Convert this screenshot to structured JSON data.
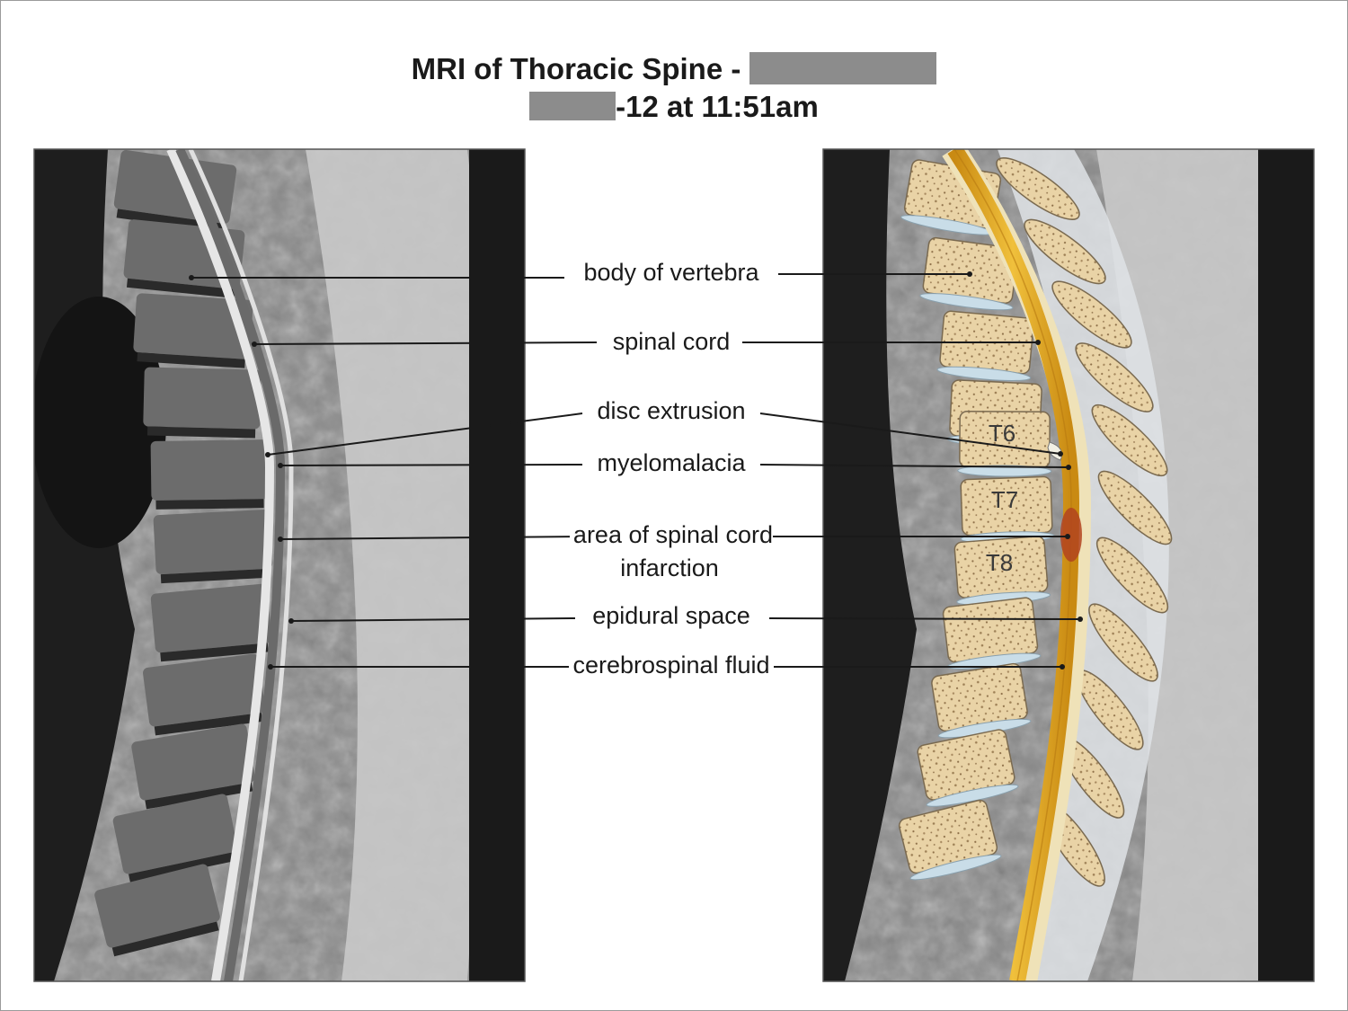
{
  "header": {
    "title_line1": "MRI of Thoracic Spine -",
    "title_line2": "-12 at 11:51am"
  },
  "labels": [
    {
      "id": "body-of-vertebra",
      "text": "body of vertebra"
    },
    {
      "id": "spinal-cord",
      "text": "spinal cord"
    },
    {
      "id": "disc-extrusion",
      "text": "disc extrusion"
    },
    {
      "id": "myelomalacia",
      "text": "myelomalacia"
    },
    {
      "id": "area-of-spinal-cord-infarction",
      "text": "area of spinal cord infarction"
    },
    {
      "id": "epidural-space",
      "text": "epidural space"
    },
    {
      "id": "cerebrospinal-fluid",
      "text": "cerebrospinal fluid"
    }
  ],
  "vertebra_labels": [
    "T6",
    "T7",
    "T8"
  ],
  "colors": {
    "bone": "#e9d3a6",
    "spinal_cord": "#e0a81e",
    "infarction": "#b2431f",
    "disc": "#c9dde8",
    "redaction": "#8c8c8c"
  }
}
